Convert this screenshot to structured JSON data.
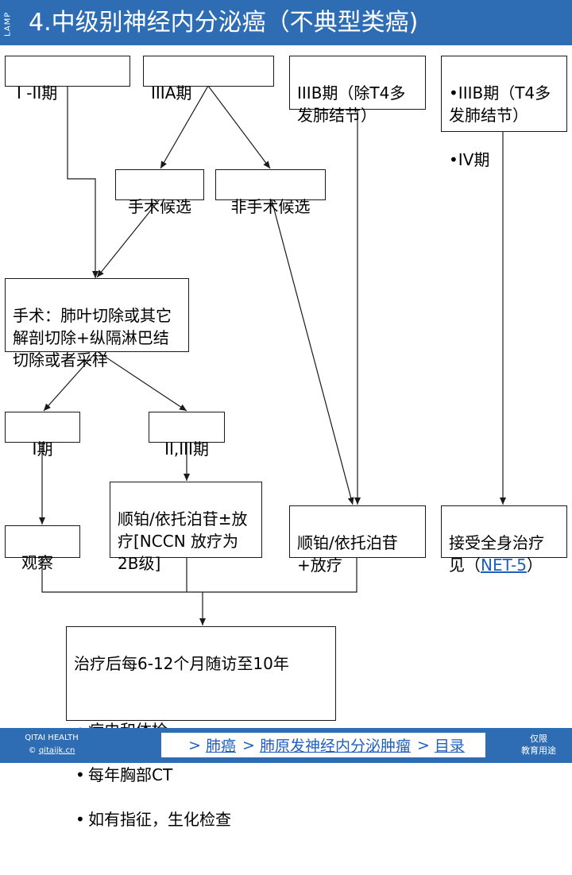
{
  "header": {
    "tag": "LAMP",
    "title": "4.中级别神经内分泌癌（不典型类癌)"
  },
  "stages": {
    "stage_1_2": "I -II期",
    "stage_3a": "IIIA期",
    "stage_3b_other": "IIIB期（除T4多发肺结节）",
    "stage_3b_t4_4": [
      "•IIIB期（T4多发肺结节）",
      "•IV期"
    ]
  },
  "candidates": {
    "surgical": "手术候选",
    "non_surgical": "非手术候选"
  },
  "surgery": {
    "text": "手术：肺叶切除或其它解剖切除+纵隔淋巴结切除或者采样"
  },
  "pathology": {
    "stage_1": "I期",
    "stage_2_3": "II,III期"
  },
  "treatments": {
    "observe": "观察",
    "chemo_rt": "顺铂/依托泊苷±放疗[NCCN 放疗为2B级]",
    "chemo_plus_rt": "顺铂/依托泊苷+放疗",
    "systemic_prefix": "接受全身治疗见（",
    "systemic_link": "NET-5",
    "systemic_suffix": "）"
  },
  "followup": {
    "title": "治疗后每6-12个月随访至10年",
    "items": [
      "病史和体检",
      "每年胸部CT",
      "如有指征，生化检查"
    ]
  },
  "footer": {
    "brand": "QITAI HEALTH",
    "copyright": "©",
    "site": "qitaijk.cn",
    "breadcrumb": [
      {
        "sep": ">",
        "label": "肺癌"
      },
      {
        "sep": ">",
        "label": "肺原发神经内分泌肿瘤"
      },
      {
        "sep": ">",
        "label": "目录"
      }
    ],
    "note_line1": "仅限",
    "note_line2": "教育用途"
  },
  "colors": {
    "accent": "#2e6db4",
    "link": "#1f5fbf",
    "border": "#1a1a1a"
  }
}
